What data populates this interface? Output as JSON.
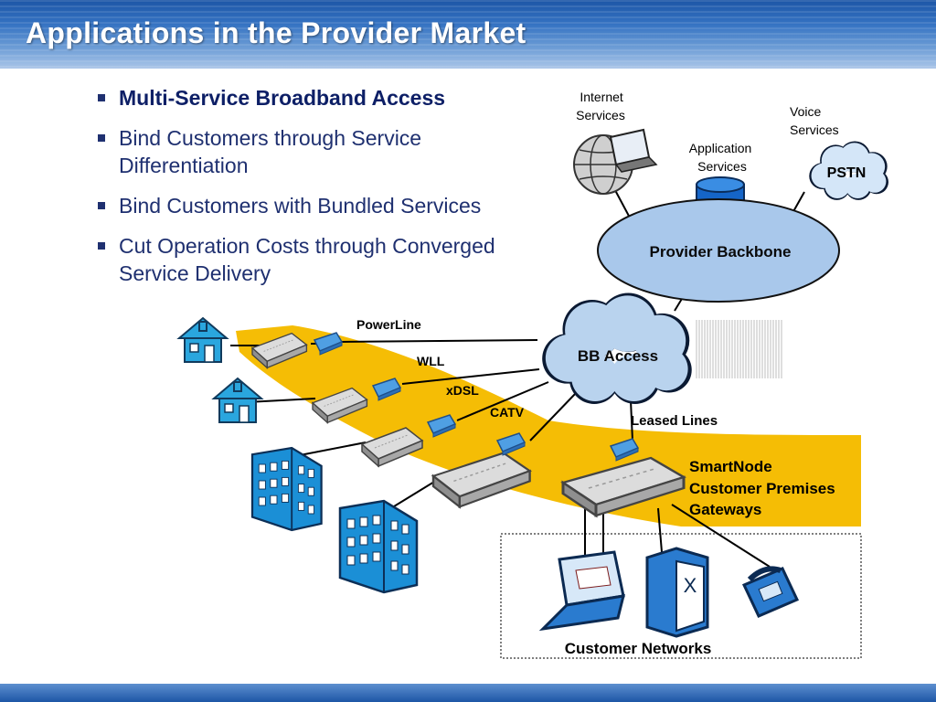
{
  "slide": {
    "title": "Applications in the Provider Market",
    "bullets": [
      "Multi-Service Broadband Access",
      "Bind Customers through Service Differentiation",
      "Bind Customers with Bundled Services",
      "Cut Operation Costs through Converged Service Delivery"
    ]
  },
  "diagram": {
    "internet_services": [
      "Internet",
      "Services"
    ],
    "voice_services": [
      "Voice",
      "Services"
    ],
    "application_services": [
      "Application",
      "Services"
    ],
    "pstn": "PSTN",
    "provider_backbone": "Provider Backbone",
    "bb_access": "BB Access",
    "links": {
      "powerline": "PowerLine",
      "wll": "WLL",
      "xdsl": "xDSL",
      "catv": "CATV",
      "leased_lines": "Leased Lines"
    },
    "smartnode": [
      "SmartNode",
      "Customer Premises",
      "Gateways"
    ],
    "customer_networks": "Customer Networks"
  },
  "colors": {
    "title_bar": "#1d56a6",
    "band": "#f5bd05",
    "cloud": "#b9d3ee",
    "backbone": "#a9c8eb",
    "database": "#1565c8",
    "building": "#1b8fd6",
    "house": "#2aa6de",
    "modem": "#4f9fe3"
  },
  "icons": [
    "globe-laptop-icon",
    "database-icon",
    "cloud-icon",
    "house-icon",
    "office-building-icon",
    "cpe-gateway-icon",
    "modem-icon",
    "laptop-icon",
    "server-icon",
    "telephone-icon"
  ]
}
